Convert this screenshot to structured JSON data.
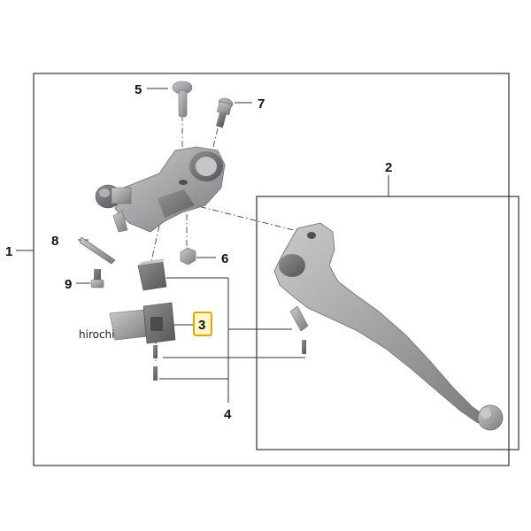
{
  "callouts": {
    "c1": "1",
    "c2": "2",
    "c3": "3",
    "c4": "4",
    "c5": "5",
    "c6": "6",
    "c7": "7",
    "c8": "8",
    "c9": "9"
  },
  "watermark": "hirochi",
  "colors": {
    "frame": "#333333",
    "part_fill": "#a9aaac",
    "part_dark": "#6d6e70",
    "highlight_fill": "#fff7c8",
    "highlight_stroke": "#e0a800"
  }
}
